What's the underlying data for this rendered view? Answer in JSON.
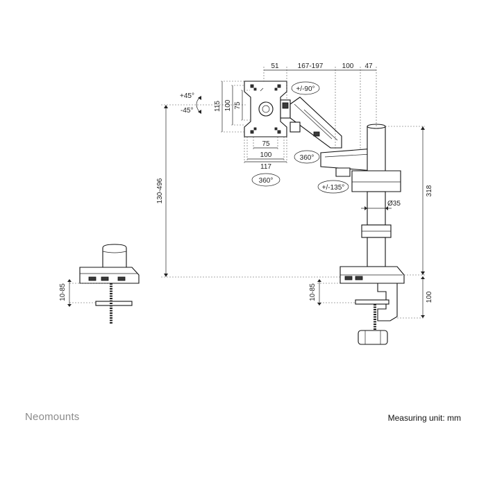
{
  "brand": "Neomounts",
  "unit_note": "Measuring unit: mm",
  "dimensions": {
    "top_51": "51",
    "top_167_197": "167-197",
    "top_100": "100",
    "top_47": "47",
    "vesa_h_115": "115",
    "vesa_h_100": "100",
    "vesa_h_75": "75",
    "vesa_w_75": "75",
    "vesa_w_100": "100",
    "vesa_w_117": "117",
    "pole_diameter": "Ø35",
    "total_height": "130-496",
    "pole_height": "318",
    "clamp_height": "100",
    "clamp_range_main": "10-85",
    "clamp_range_detail": "10-85"
  },
  "rotations": {
    "tilt_up": "+45°",
    "tilt_down": "-45°",
    "swivel": "+/-90°",
    "head_rotate": "360°",
    "plate_rotate": "360°",
    "arm_rotate": "+/-135°"
  }
}
